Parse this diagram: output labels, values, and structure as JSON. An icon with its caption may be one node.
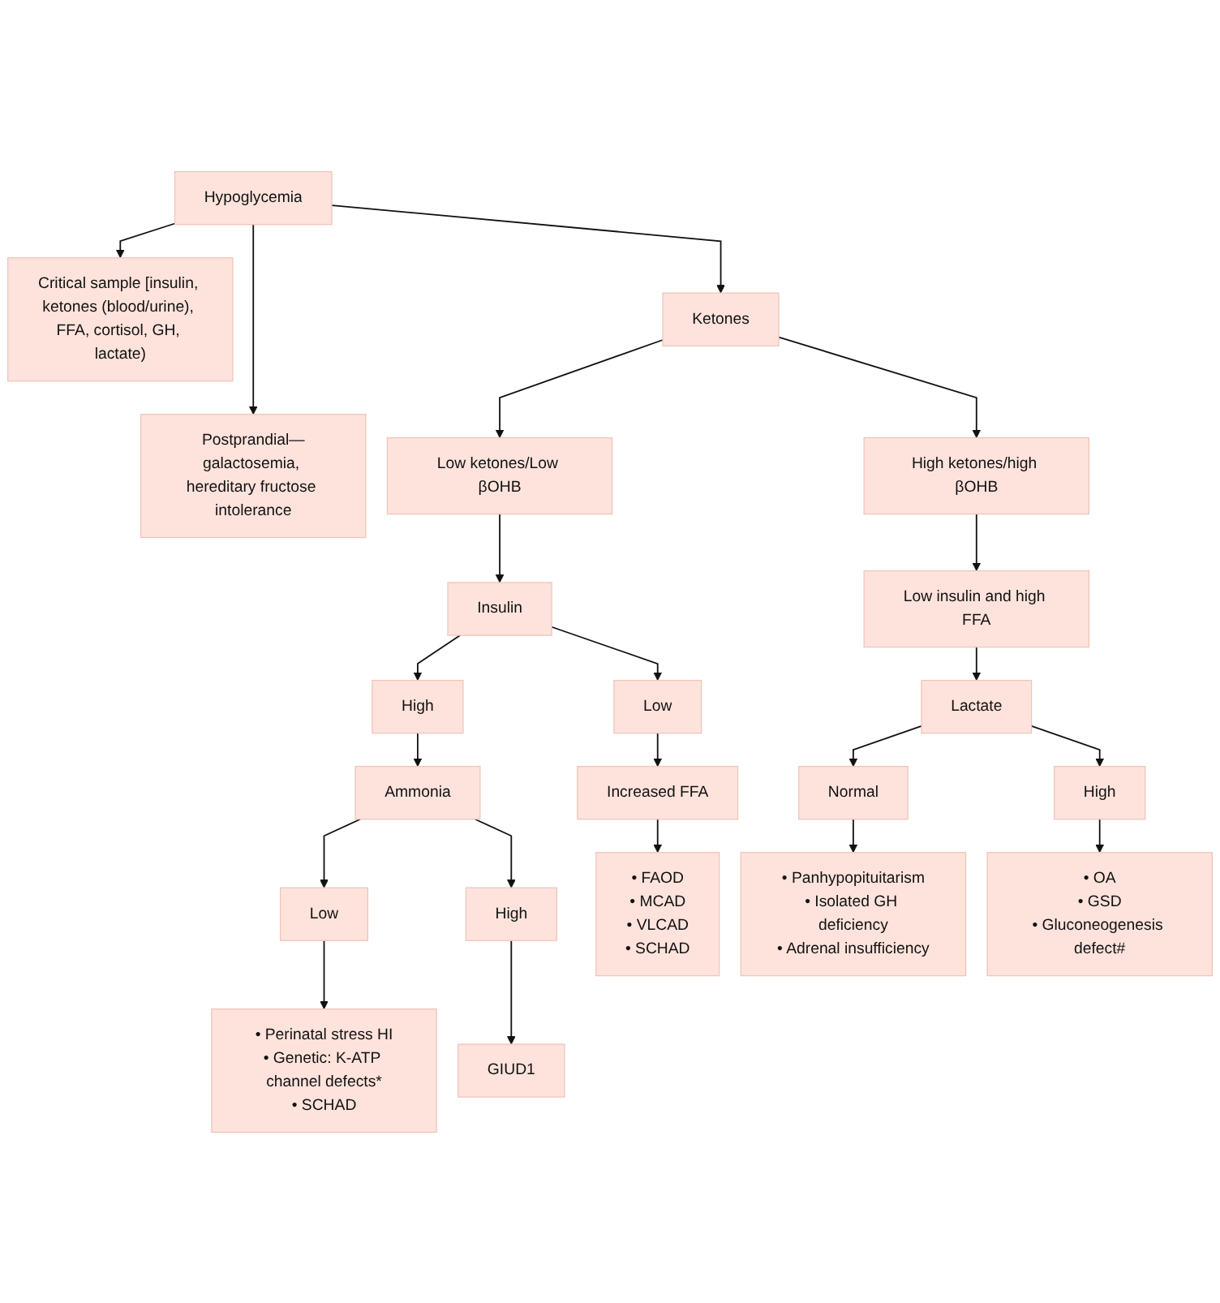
{
  "diagram": {
    "nodes": [
      {
        "text": [
          "Hypoglycemia"
        ]
      },
      {
        "text": [
          "Critical sample [insulin, ketones (blood/urine), FFA, cortisol, GH, lactate)"
        ]
      },
      {
        "text": [
          "Postprandial—galactosemia, hereditary fructose intolerance"
        ]
      },
      {
        "text": [
          "Ketones"
        ]
      },
      {
        "text": [
          "Low ketones/Low βOHB"
        ]
      },
      {
        "text": [
          "High ketones/high βOHB"
        ]
      },
      {
        "text": [
          "Insulin"
        ]
      },
      {
        "text": [
          "Low insulin and high FFA"
        ]
      },
      {
        "text": [
          "High"
        ]
      },
      {
        "text": [
          "Low"
        ]
      },
      {
        "text": [
          "Lactate"
        ]
      },
      {
        "text": [
          "Ammonia"
        ]
      },
      {
        "text": [
          "Increased FFA"
        ]
      },
      {
        "text": [
          "Normal"
        ]
      },
      {
        "text": [
          "High"
        ]
      },
      {
        "text": [
          "Low"
        ]
      },
      {
        "text": [
          "High"
        ]
      },
      {
        "text": [
          "• FAOD",
          "• MCAD",
          "• VLCAD",
          "• SCHAD"
        ]
      },
      {
        "text": [
          "• Panhypopituitarism",
          "• Isolated GH deficiency",
          "• Adrenal insufficiency"
        ]
      },
      {
        "text": [
          "• OA",
          "• GSD",
          "• Gluconeogenesis defect#"
        ]
      },
      {
        "text": [
          "• Perinatal stress HI",
          "• Genetic: K-ATP channel defects*",
          "• SCHAD"
        ]
      },
      {
        "text": [
          "GIUD1"
        ]
      }
    ],
    "edges": [
      {
        "from": 0,
        "to": 1,
        "arrow": "to"
      },
      {
        "from": 0,
        "to": 3,
        "arrow": "to"
      },
      {
        "from": 0,
        "to": 2,
        "arrow": "to"
      },
      {
        "from": 3,
        "to": 4,
        "arrow": "to"
      },
      {
        "from": 3,
        "to": 5,
        "arrow": "to"
      },
      {
        "from": 4,
        "to": 6,
        "arrow": "to"
      },
      {
        "from": 5,
        "to": 7,
        "arrow": "to"
      },
      {
        "from": 6,
        "to": 8,
        "arrow": "to"
      },
      {
        "from": 6,
        "to": 9,
        "arrow": "to"
      },
      {
        "from": 7,
        "to": 10,
        "arrow": "to"
      },
      {
        "from": 8,
        "to": 11,
        "arrow": "to"
      },
      {
        "from": 9,
        "to": 12,
        "arrow": "to"
      },
      {
        "from": 10,
        "to": 13,
        "arrow": "to"
      },
      {
        "from": 10,
        "to": 14,
        "arrow": "to"
      },
      {
        "from": 11,
        "to": 15,
        "arrow": "to"
      },
      {
        "from": 11,
        "to": 16,
        "arrow": "to"
      },
      {
        "from": 12,
        "to": 17,
        "arrow": "to"
      },
      {
        "from": 13,
        "to": 18,
        "arrow": "to"
      },
      {
        "from": 14,
        "to": 19,
        "arrow": "to"
      },
      {
        "from": 15,
        "to": 20,
        "arrow": "to"
      },
      {
        "from": 16,
        "to": 21,
        "arrow": "to"
      }
    ]
  }
}
